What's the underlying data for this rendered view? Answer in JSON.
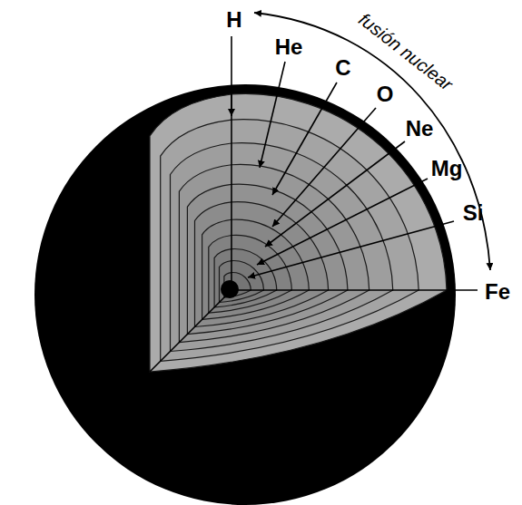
{
  "diagram": {
    "labels": [
      "H",
      "He",
      "C",
      "O",
      "Ne",
      "Mg",
      "Si",
      "Fe",
      "fusión nuclear"
    ]
  }
}
